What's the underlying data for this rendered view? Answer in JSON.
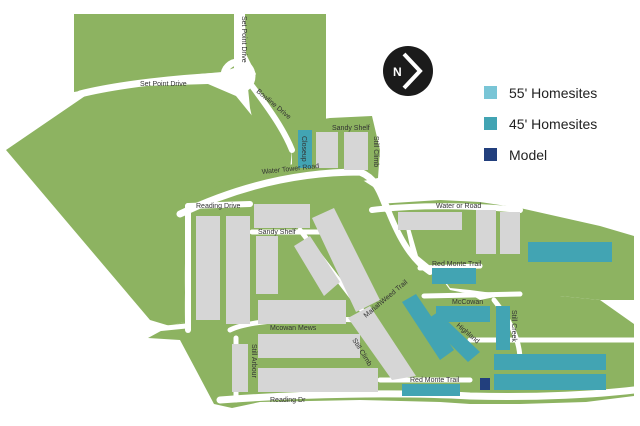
{
  "colors": {
    "green": "#8db361",
    "road": "#ffffff",
    "lot_gray": "#d6d6d6",
    "homesite_55": "#79c5d6",
    "homesite_45": "#42a4b3",
    "model": "#223f7d",
    "badge": "#1b1b1b"
  },
  "logo": {
    "icon": "compass-north-arrow-icon"
  },
  "legend": {
    "items": [
      {
        "label": "55' Homesites",
        "color": "#79c5d6"
      },
      {
        "label": "45' Homesites",
        "color": "#42a4b3"
      },
      {
        "label": "Model",
        "color": "#223f7d"
      }
    ]
  },
  "streets": {
    "set_point_drive": "Set Point Drive",
    "set_point_drive_2": "Set Point Drive",
    "bowline_drive": "Bowline Drive",
    "sandy_shelf_1": "Sandy Shelf",
    "sandy_shelf_2": "Sandy Shelf",
    "closeup": "Closeup",
    "still_climb": "Still Climb",
    "water_tower_road": "Water Tower Road",
    "reading_drive": "Reading Drive",
    "water_tower_road_2": "Water or Road",
    "red_monte_trail_1": "Red Monte Trail",
    "red_monte_trail_2": "Red Monte Trail",
    "mcowan": "McCowan",
    "mcowan_mews": "Mcowan Mews",
    "mariahsweed_trail": "MariahWeed Trail",
    "still_climb_2": "Still Climb",
    "still_arbour": "Still Arbour",
    "highland": "Highland",
    "still_creek": "Still Creek",
    "reading_dr": "Reading Dr"
  }
}
